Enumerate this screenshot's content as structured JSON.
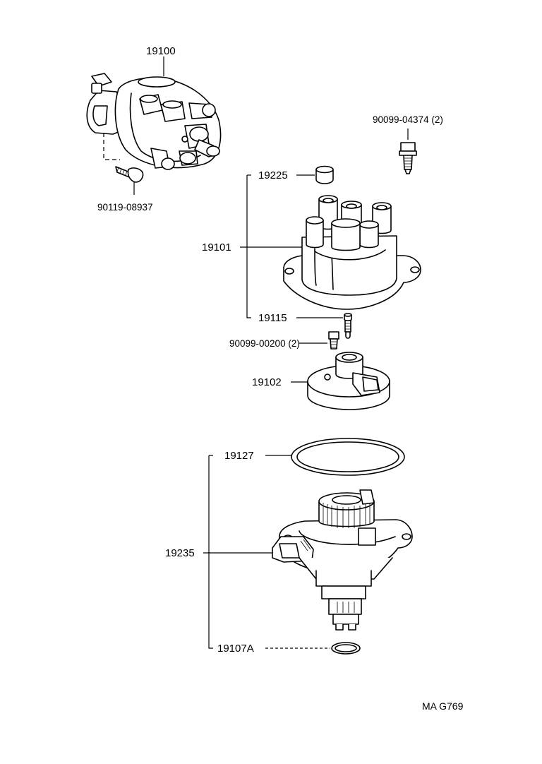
{
  "labels": {
    "p19100": "19100",
    "p90119": "90119-08937",
    "p90099_04374": "90099-04374 (2)",
    "p19225": "19225",
    "p19101": "19101",
    "p19115": "19115",
    "p90099_00200": "90099-00200 (2)",
    "p19102": "19102",
    "p19127": "19127",
    "p19235": "19235",
    "p19107A": "19107A"
  },
  "diagram_code": "MA G769"
}
